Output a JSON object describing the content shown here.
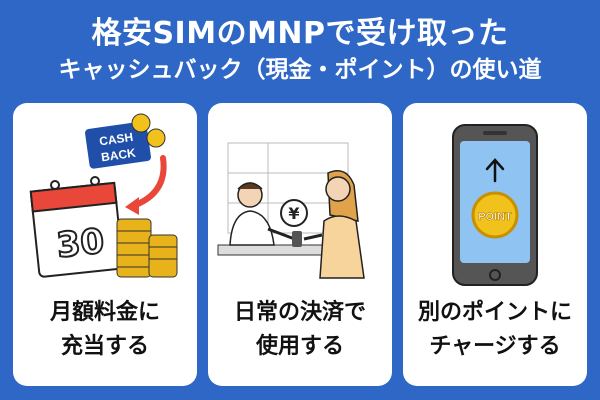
{
  "header": {
    "title_line1": "格安SIMのMNPで受け取った",
    "title_line2": "キャッシュバック（現金・ポイント）の使い道"
  },
  "cards": [
    {
      "icon": "calendar-coins-icon",
      "badge_line1": "CASH",
      "badge_line2": "BACK",
      "calendar_day": "30",
      "caption_line1": "月額料金に",
      "caption_line2": "充当する"
    },
    {
      "icon": "store-payment-icon",
      "coin_symbol": "¥",
      "caption_line1": "日常の決済で",
      "caption_line2": "使用する"
    },
    {
      "icon": "smartphone-point-icon",
      "coin_label": "POINT",
      "caption_line1": "別のポイントに",
      "caption_line2": "チャージする"
    }
  ],
  "colors": {
    "background": "#2f67c6",
    "card": "#ffffff",
    "accent_red": "#e8473a",
    "coin_gold": "#f1c21b",
    "badge_blue": "#1f4fa8"
  }
}
